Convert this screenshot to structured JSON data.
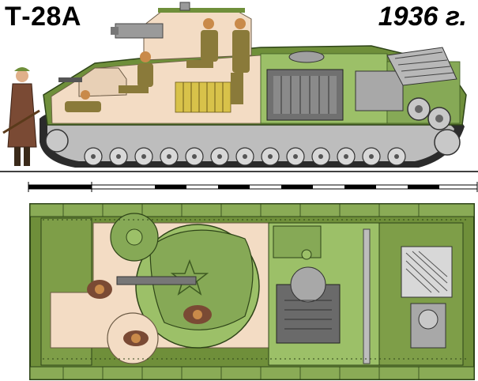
{
  "header": {
    "model": "Т-28А",
    "year": "1936 г."
  },
  "colors": {
    "hull_olive": "#6f8f3a",
    "hull_dark": "#3e5a22",
    "hull_light": "#9cc068",
    "interior_cream": "#f3dcc4",
    "interior_pink": "#f5cfc0",
    "steel_grey": "#a8a8a8",
    "steel_dark": "#555555",
    "crew_olive": "#8a7a3a",
    "crew_skin": "#c98a4a",
    "ammo_yellow": "#d8c24a",
    "soldier_brown": "#7a4a34",
    "scale_black": "#000000"
  },
  "panels": {
    "side_view": "side-cutaway",
    "top_view": "top-cutaway"
  }
}
